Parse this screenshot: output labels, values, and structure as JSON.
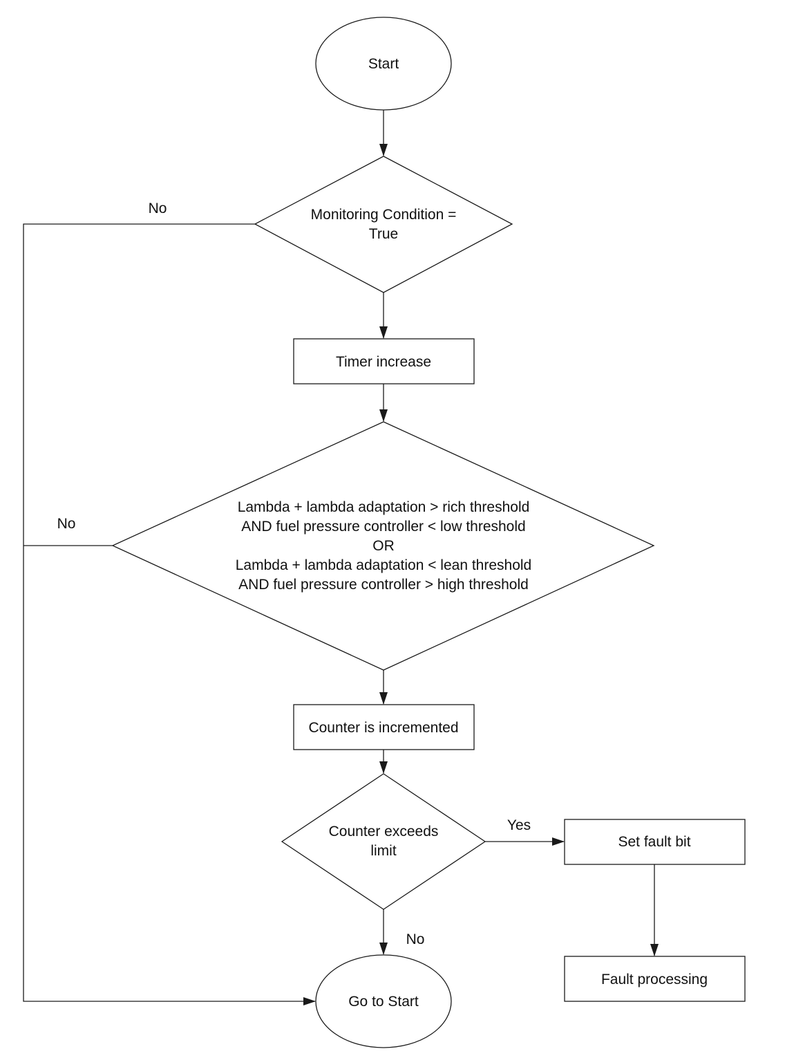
{
  "nodes": {
    "start": {
      "lines": [
        "Start"
      ]
    },
    "monitoring": {
      "lines": [
        "Monitoring Condition =",
        "True"
      ]
    },
    "timer": {
      "lines": [
        "Timer increase"
      ]
    },
    "lambda": {
      "lines": [
        "Lambda + lambda adaptation > rich threshold",
        "AND fuel pressure controller < low threshold",
        "OR",
        "Lambda + lambda adaptation < lean threshold",
        "AND fuel pressure controller > high threshold"
      ]
    },
    "counter_inc": {
      "lines": [
        "Counter is incremented"
      ]
    },
    "counter_limit": {
      "lines": [
        "Counter exceeds",
        "limit"
      ]
    },
    "set_fault": {
      "lines": [
        "Set fault bit"
      ]
    },
    "fault_proc": {
      "lines": [
        "Fault processing"
      ]
    },
    "goto_start": {
      "lines": [
        "Go to Start"
      ]
    }
  },
  "edge_labels": {
    "monitoring_no": "No",
    "lambda_no": "No",
    "limit_yes": "Yes",
    "limit_no": "No"
  }
}
